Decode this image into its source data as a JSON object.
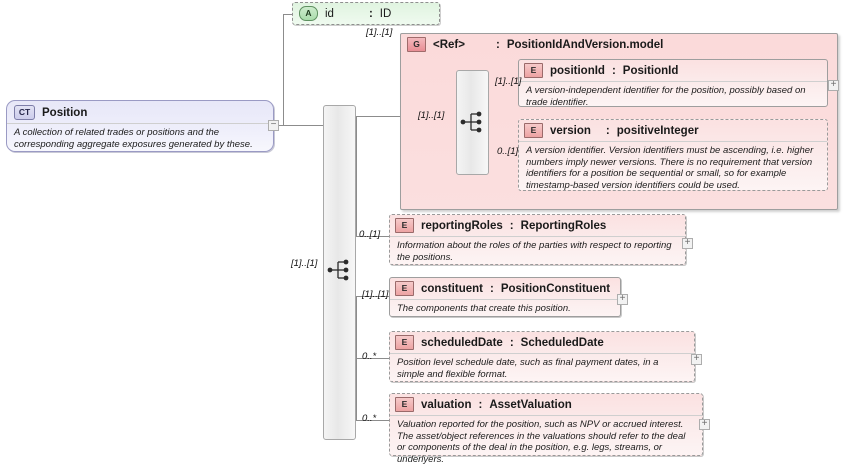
{
  "diagram": {
    "title": "Position XSD schema diagram",
    "type": "xsd-schema-tree",
    "colors": {
      "element_fill": "#fbe1e1",
      "group_fill": "#fbdada",
      "complextype_fill": "#e7e7f8",
      "attribute_fill": "#e0f4e0",
      "line": "#8c8c8c"
    }
  },
  "root": {
    "badge": "CT",
    "badge_name": "complex-type-badge",
    "name": "Position",
    "documentation": "A collection of related trades or positions and the corresponding aggregate exposures generated by these.",
    "collapse_button": "−"
  },
  "attribute": {
    "badge": "A",
    "badge_name": "attribute-badge",
    "name": "id",
    "separator": ":",
    "type": "ID"
  },
  "group": {
    "badge": "G",
    "badge_name": "group-badge",
    "name": "<Ref>",
    "separator": ":",
    "type": "PositionIdAndVersion.model",
    "cardinality": "[1]..[1]",
    "inner_cardinality": "[1]..[1]",
    "children": [
      {
        "badge": "E",
        "name": "positionId",
        "separator": ":",
        "type": "PositionId",
        "documentation": "A version-independent identifier for the position, possibly based on trade identifier.",
        "cardinality": "[1]..[1]",
        "required": true,
        "expand_button": "+"
      },
      {
        "badge": "E",
        "name": "version",
        "separator": ":",
        "type": "positiveInteger",
        "documentation": "A version identifier. Version identifiers must be ascending, i.e. higher numbers imply newer versions. There is no requirement that version identifiers for a position be sequential or small, so for example timestamp-based version identifiers could be used.",
        "cardinality": "0..[1]",
        "required": false,
        "expand_button": ""
      }
    ]
  },
  "sequence": {
    "name": "sequence-compositor",
    "cardinality": "[1]..[1]"
  },
  "elements": [
    {
      "badge": "E",
      "name": "reportingRoles",
      "separator": ":",
      "type": "ReportingRoles",
      "documentation": "Information about the roles of the parties with respect to reporting the positions.",
      "cardinality": "0..[1]",
      "required": false,
      "expand_button": "+"
    },
    {
      "badge": "E",
      "name": "constituent",
      "separator": ":",
      "type": "PositionConstituent",
      "documentation": "The components that create this position.",
      "cardinality": "[1]..[1]",
      "required": true,
      "expand_button": "+"
    },
    {
      "badge": "E",
      "name": "scheduledDate",
      "separator": ":",
      "type": "ScheduledDate",
      "documentation": "Position level schedule date, such as final payment dates, in a simple and flexible format.",
      "cardinality": "0..*",
      "required": false,
      "expand_button": "+"
    },
    {
      "badge": "E",
      "name": "valuation",
      "separator": ":",
      "type": "AssetValuation",
      "documentation": "Valuation reported for the position, such as NPV or accrued interest. The asset/object references in the valuations should refer to the deal or components of the deal in the position, e.g. legs, streams, or underlyers.",
      "cardinality": "0..*",
      "required": false,
      "expand_button": "+"
    }
  ]
}
